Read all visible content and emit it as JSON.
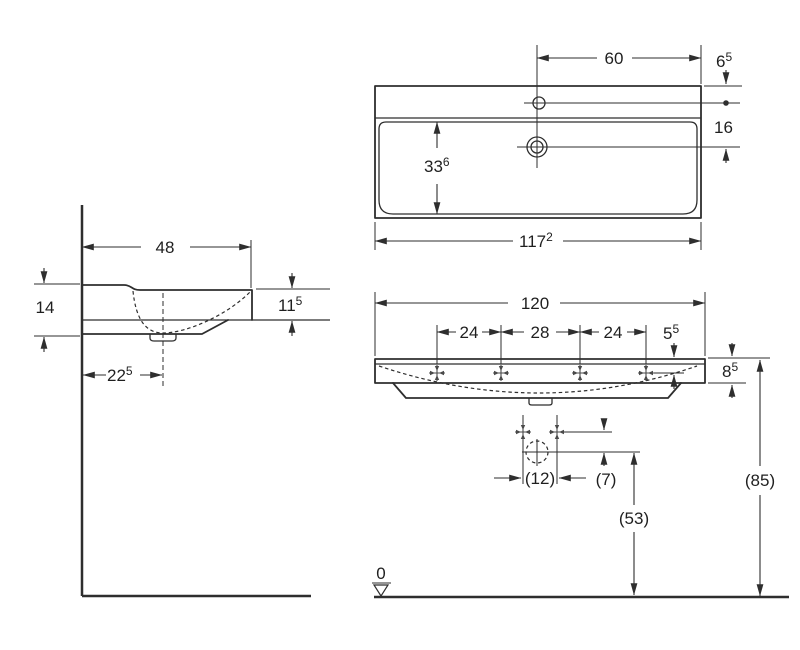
{
  "drawing_title": "washbasin-dimension-drawing",
  "labels": {
    "top_view": {
      "tap_to_edge": "60",
      "edge_to_tap_main": "6",
      "edge_to_tap_sup": "5",
      "tap_to_drain": "16",
      "bowl_depth_main": "33",
      "bowl_depth_sup": "6",
      "outer_width_main": "117",
      "outer_width_sup": "2"
    },
    "side_view": {
      "total_depth": "48",
      "wall_height": "14",
      "front_height_main": "11",
      "front_height_sup": "5",
      "drain_offset_main": "22",
      "drain_offset_sup": "5"
    },
    "front_view": {
      "total_width": "120",
      "spacing_left": "24",
      "spacing_center": "28",
      "spacing_right": "24",
      "hole_drop_main": "5",
      "hole_drop_sup": "5",
      "apron_main": "8",
      "apron_sup": "5",
      "supply_spacing": "(12)",
      "supply_drop": "(7)",
      "drain_height": "(53)",
      "rim_height": "(85)",
      "datum_zero": "0"
    }
  }
}
